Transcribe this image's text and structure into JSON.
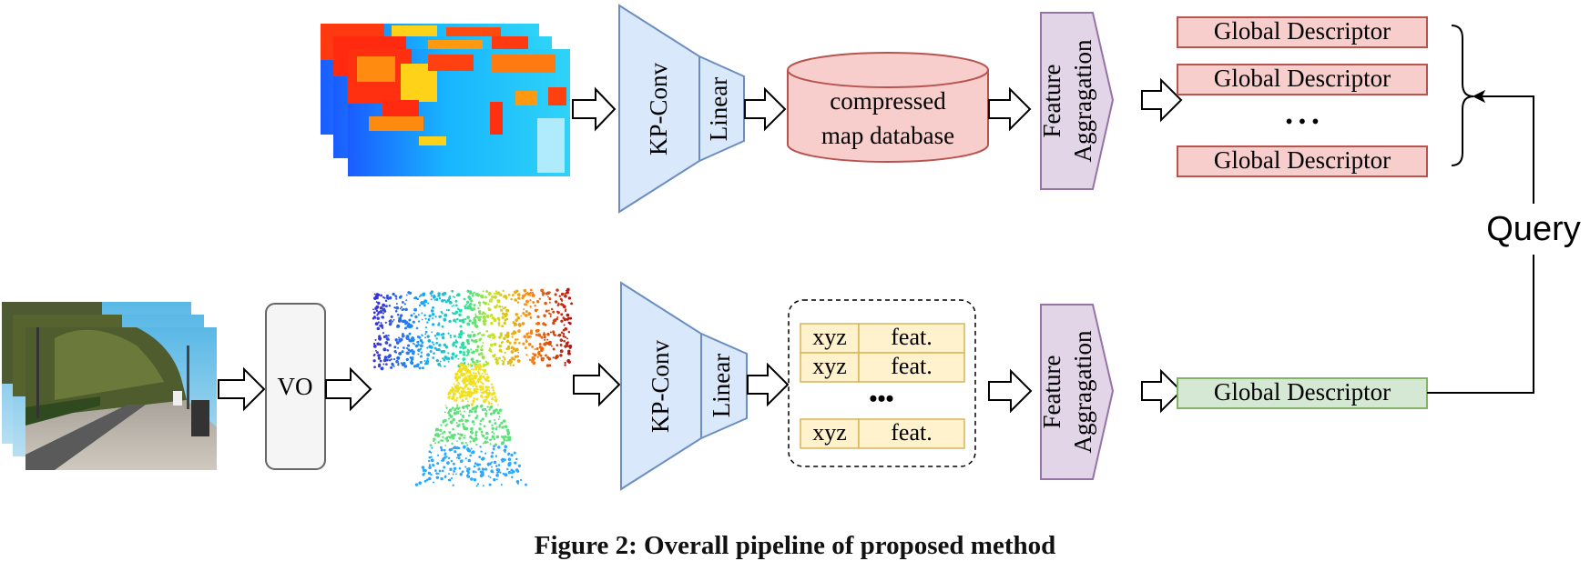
{
  "diagram": {
    "caption": "Figure 2: Overall pipeline of proposed method",
    "top_branch": {
      "encoder_label": "KP-Conv",
      "linear_label": "Linear",
      "database_label_line1": "compressed",
      "database_label_line2": "map database",
      "aggregation_line1": "Feature",
      "aggregation_line2": "Aggragation",
      "descriptors": [
        "Global Descriptor",
        "Global Descriptor",
        "Global Descriptor"
      ],
      "ellipsis": "• • •"
    },
    "bottom_branch": {
      "vo_label": "VO",
      "encoder_label": "KP-Conv",
      "linear_label": "Linear",
      "table_rows": [
        {
          "col1": "xyz",
          "col2": "feat."
        },
        {
          "col1": "xyz",
          "col2": "feat."
        },
        {
          "col1": "xyz",
          "col2": "feat."
        }
      ],
      "table_ellipsis": "•••",
      "aggregation_line1": "Feature",
      "aggregation_line2": "Aggragation",
      "descriptor": "Global Descriptor"
    },
    "query_label": "Query",
    "colors": {
      "trapezoid_fill": "#dae8fc",
      "trapezoid_stroke": "#6c8ebf",
      "database_fill": "#f8cecc",
      "database_stroke": "#b85450",
      "aggregation_fill": "#e1d5e7",
      "aggregation_stroke": "#9673a6",
      "descriptor_map_fill": "#f8cecc",
      "descriptor_map_stroke": "#b85450",
      "descriptor_query_fill": "#d5e8d4",
      "descriptor_query_stroke": "#82b366",
      "table_fill": "#fff2cc",
      "table_stroke": "#d6b656",
      "vo_fill": "#f5f5f5",
      "vo_stroke": "#666666"
    }
  }
}
